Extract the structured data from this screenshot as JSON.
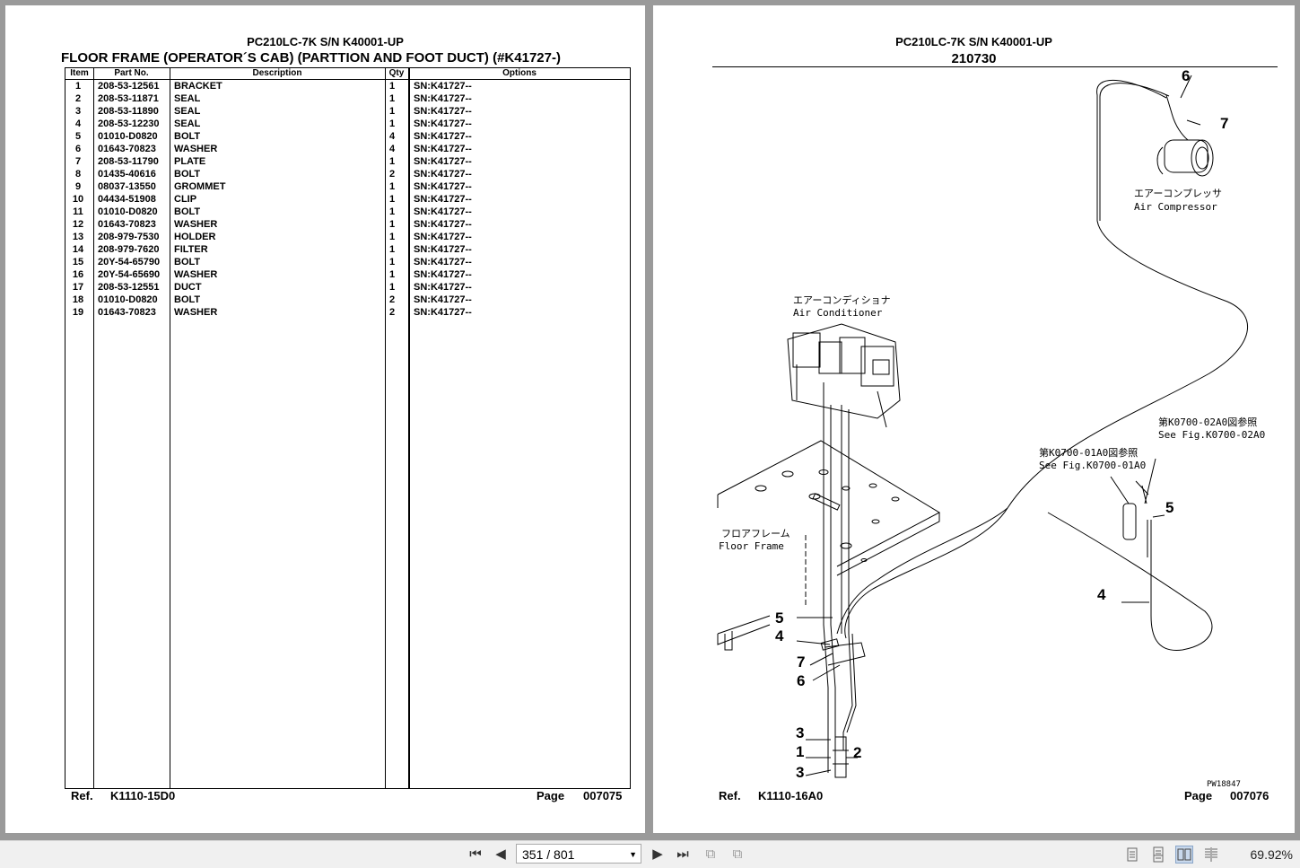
{
  "left_page": {
    "model": "PC210LC-7K S/N K40001-UP",
    "title": "FLOOR FRAME (OPERATOR´S CAB) (PARTTION AND FOOT DUCT) (#K41727-)",
    "columns": {
      "item": "Item",
      "part_no": "Part No.",
      "description": "Description",
      "qty": "Qty",
      "options": "Options"
    },
    "rows": [
      {
        "item": "1",
        "part": "208-53-12561",
        "desc": "BRACKET",
        "qty": "1",
        "opt": "SN:K41727--"
      },
      {
        "item": "2",
        "part": "208-53-11871",
        "desc": "SEAL",
        "qty": "1",
        "opt": "SN:K41727--"
      },
      {
        "item": "3",
        "part": "208-53-11890",
        "desc": "SEAL",
        "qty": "1",
        "opt": "SN:K41727--"
      },
      {
        "item": "4",
        "part": "208-53-12230",
        "desc": "SEAL",
        "qty": "1",
        "opt": "SN:K41727--"
      },
      {
        "item": "5",
        "part": "01010-D0820",
        "desc": "BOLT",
        "qty": "4",
        "opt": "SN:K41727--"
      },
      {
        "item": "6",
        "part": "01643-70823",
        "desc": "WASHER",
        "qty": "4",
        "opt": "SN:K41727--"
      },
      {
        "item": "7",
        "part": "208-53-11790",
        "desc": "PLATE",
        "qty": "1",
        "opt": "SN:K41727--"
      },
      {
        "item": "8",
        "part": "01435-40616",
        "desc": "BOLT",
        "qty": "2",
        "opt": "SN:K41727--"
      },
      {
        "item": "9",
        "part": "08037-13550",
        "desc": "GROMMET",
        "qty": "1",
        "opt": "SN:K41727--"
      },
      {
        "item": "10",
        "part": "04434-51908",
        "desc": "CLIP",
        "qty": "1",
        "opt": "SN:K41727--"
      },
      {
        "item": "11",
        "part": "01010-D0820",
        "desc": "BOLT",
        "qty": "1",
        "opt": "SN:K41727--"
      },
      {
        "item": "12",
        "part": "01643-70823",
        "desc": "WASHER",
        "qty": "1",
        "opt": "SN:K41727--"
      },
      {
        "item": "13",
        "part": "208-979-7530",
        "desc": "HOLDER",
        "qty": "1",
        "opt": "SN:K41727--"
      },
      {
        "item": "14",
        "part": "208-979-7620",
        "desc": "FILTER",
        "qty": "1",
        "opt": "SN:K41727--"
      },
      {
        "item": "15",
        "part": "20Y-54-65790",
        "desc": "BOLT",
        "qty": "1",
        "opt": "SN:K41727--"
      },
      {
        "item": "16",
        "part": "20Y-54-65690",
        "desc": "WASHER",
        "qty": "1",
        "opt": "SN:K41727--"
      },
      {
        "item": "17",
        "part": "208-53-12551",
        "desc": "DUCT",
        "qty": "1",
        "opt": "SN:K41727--"
      },
      {
        "item": "18",
        "part": "01010-D0820",
        "desc": "BOLT",
        "qty": "2",
        "opt": "SN:K41727--"
      },
      {
        "item": "19",
        "part": "01643-70823",
        "desc": "WASHER",
        "qty": "2",
        "opt": "SN:K41727--"
      }
    ],
    "ref_label": "Ref.",
    "ref": "K1110-15D0",
    "page_label": "Page",
    "page": "007075"
  },
  "right_page": {
    "model": "PC210LC-7K S/N K40001-UP",
    "code": "210730",
    "labels": {
      "compressor_jp": "エアーコンプレッサ",
      "compressor_en": "Air Compressor",
      "conditioner_jp": "エアーコンディショナ",
      "conditioner_en": "Air Conditioner",
      "floor_jp": "フロアフレーム",
      "floor_en": "Floor Frame",
      "fig1_jp": "第K0700-01A0図参照",
      "fig1_en": "See Fig.K0700-01A0",
      "fig2_jp": "第K0700-02A0図参照",
      "fig2_en": "See Fig.K0700-02A0",
      "drawing_no": "PW18847"
    },
    "callouts": [
      "6",
      "7",
      "5",
      "4",
      "5",
      "4",
      "7",
      "6",
      "3",
      "1",
      "2",
      "3"
    ],
    "ref_label": "Ref.",
    "ref": "K1110-16A0",
    "page_label": "Page",
    "page": "007076"
  },
  "toolbar": {
    "page_current": "351",
    "page_total": "801",
    "page_display": "351 / 801",
    "zoom": "69.92%"
  }
}
